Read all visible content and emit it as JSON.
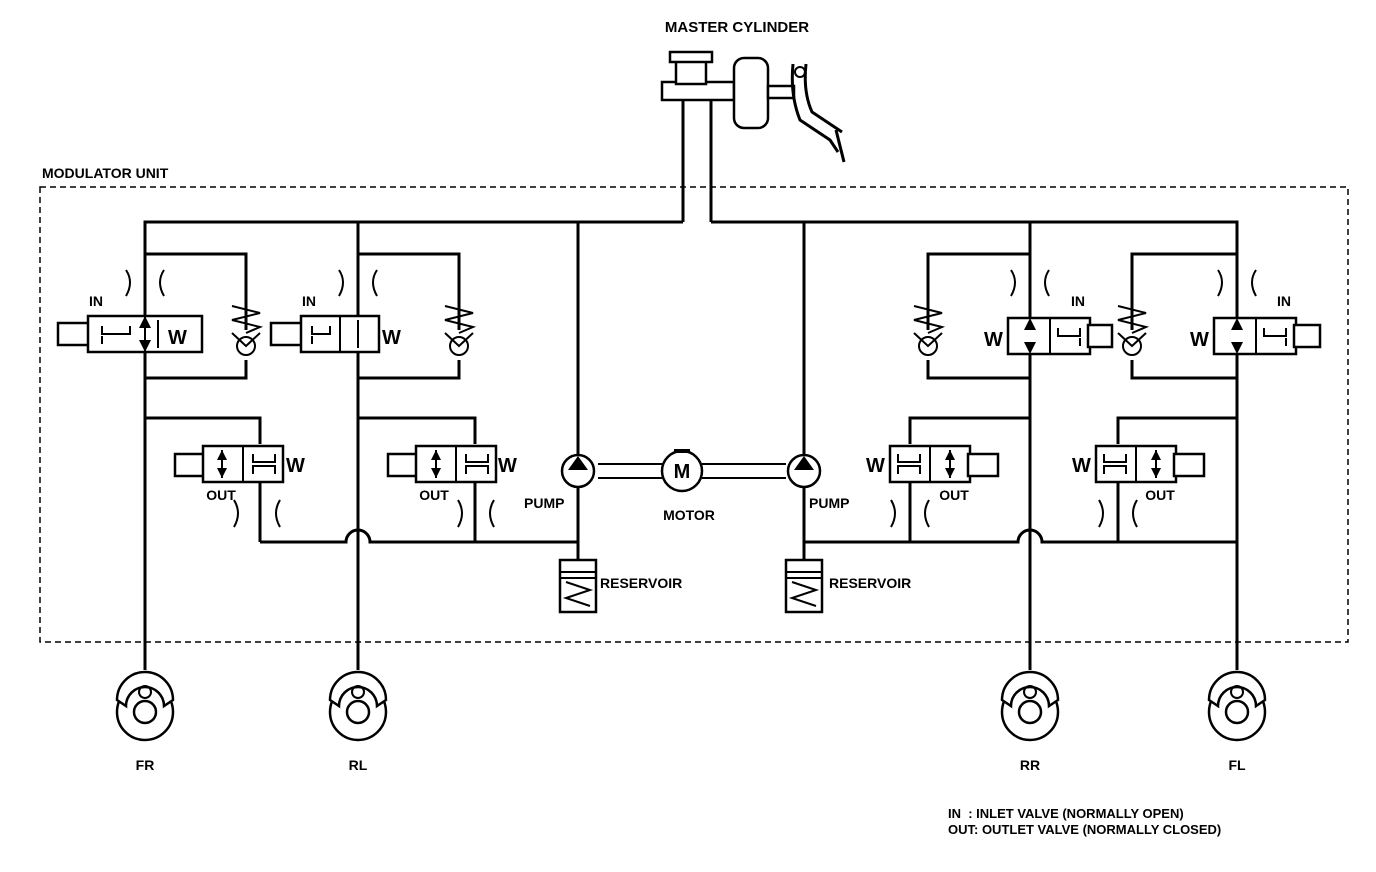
{
  "title": "MASTER CYLINDER",
  "modulator_label": "MODULATOR UNIT",
  "valves": {
    "fr_in": "IN",
    "rl_in": "IN",
    "rr_in": "IN",
    "fl_in": "IN",
    "fr_out": "OUT",
    "rl_out": "OUT",
    "rr_out": "OUT",
    "fl_out": "OUT"
  },
  "pump_left": "PUMP",
  "pump_right": "PUMP",
  "motor_label": "MOTOR",
  "motor_symbol": "M",
  "reservoir_left": "RESERVOIR",
  "reservoir_right": "RESERVOIR",
  "wheels": {
    "fr": "FR",
    "rl": "RL",
    "rr": "RR",
    "fl": "FL"
  },
  "legend": {
    "line1": "IN  : INLET VALVE (NORMALLY OPEN)",
    "line2": "OUT: OUTLET VALVE (NORMALLY CLOSED)"
  }
}
